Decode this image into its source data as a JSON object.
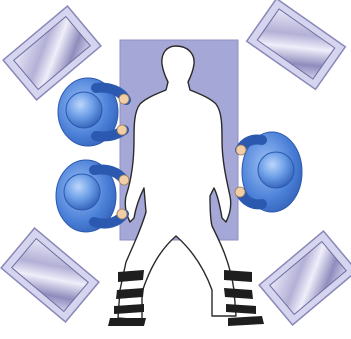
{
  "scene": {
    "description_label": "",
    "elements": {
      "operating_table": "operating-table",
      "patient": "patient-silhouette",
      "surgeons": [
        "surgeon-top-left",
        "surgeon-mid-left",
        "surgeon-right"
      ],
      "monitors": [
        "monitor-top-left",
        "monitor-top-right",
        "monitor-bottom-left",
        "monitor-bottom-right"
      ],
      "leg_straps": [
        "leg-strap-left",
        "leg-strap-right"
      ]
    }
  },
  "colors": {
    "table": "#a5a8d6",
    "table_edge": "#8e91c4",
    "monitor_frame": "#c9c9e8",
    "monitor_screen": "#8a87b8",
    "surgeon_body": "#4a7ed8",
    "surgeon_light": "#8ab4f0",
    "surgeon_dark": "#2c59b0",
    "patient_fill": "#ffffff",
    "outline": "#2a2a2a",
    "strap": "#1e1e1e"
  }
}
